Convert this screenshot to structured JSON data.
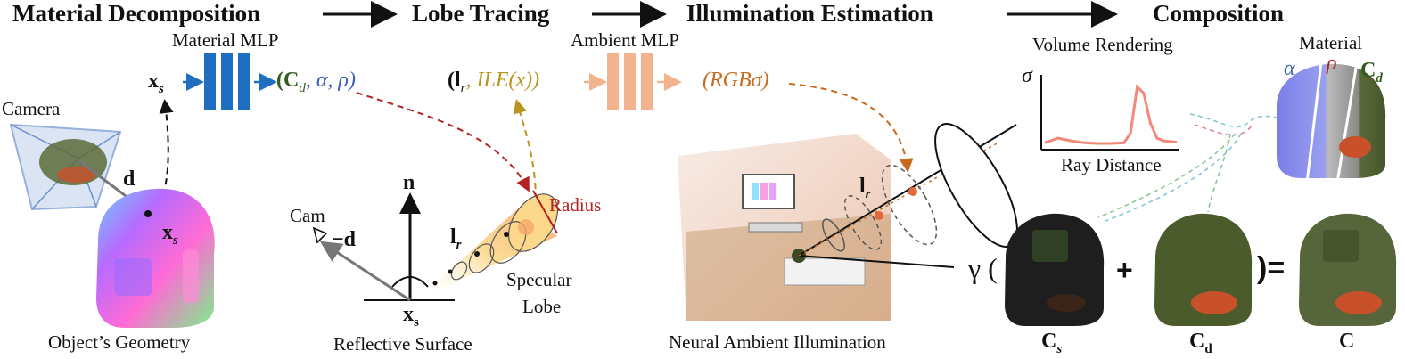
{
  "stages": {
    "s1": "Material Decomposition",
    "s2": "Lobe Tracing",
    "s3": "Illumination Estimation",
    "s4": "Composition"
  },
  "mlps": {
    "material": "Material MLP",
    "ambient": "Ambient MLP"
  },
  "labels": {
    "camera": "Camera",
    "d": "d",
    "xs_geom": "x",
    "xs_sub": "s",
    "geometry_caption": "Object’s Geometry",
    "mlp_input": "x",
    "mlp_input_sub": "s",
    "material_out": "(C",
    "material_out_sub": "d",
    "material_out_rest": ", α, ρ)",
    "lobe_out_open": "(l",
    "lobe_out_sub": "r",
    "lobe_out_ile": ", ILE(x))",
    "ambient_out": "(RGBσ)",
    "n": "n",
    "cam_small": "Cam",
    "minus_d": "−d",
    "lr_lobe": "l",
    "lr_sub": "r",
    "radius": "Radius",
    "specular_lobe_1": "Specular",
    "specular_lobe_2": "Lobe",
    "xs_surface": "x",
    "xs_surface_sub": "s",
    "surface_caption": "Reflective Surface",
    "lr_ambient": "l",
    "lr_ambient_sub": "r",
    "ambient_caption": "Neural Ambient Illumination",
    "volume_rendering": "Volume Rendering",
    "sigma": "σ",
    "ray_distance": "Ray Distance",
    "material_small": "Material",
    "alpha": "α",
    "rho": "ρ",
    "cd": "C",
    "cd_sub": "d",
    "gamma_open": "γ (",
    "plus": "+",
    "close_equals": ")=",
    "cs_caption": "C",
    "cs_caption_sub": "s",
    "cd_caption": "C",
    "cd_caption_sub": "d",
    "c_caption": "C"
  },
  "colors": {
    "mlp_blue": "#1f6fc1",
    "mlp_orange": "#f2b48c",
    "red_dash": "#b52020",
    "gold_dash": "#b8951c",
    "orange_dash": "#c66a1e",
    "cd_green": "#2f5d1f",
    "alpha_blue": "#3b5fb5",
    "rho_red": "#b52020",
    "volume_curve": "#f08a7a"
  },
  "chart_data": {
    "type": "line",
    "title": "Volume Rendering",
    "xlabel": "Ray Distance",
    "ylabel": "σ",
    "series": [
      {
        "x": [
          0,
          0.1,
          0.2,
          0.3,
          0.4,
          0.5,
          0.6,
          0.65,
          0.7,
          0.75,
          0.8,
          0.85,
          0.9,
          1.0
        ],
        "values": [
          0.05,
          0.12,
          0.08,
          0.05,
          0.04,
          0.04,
          0.05,
          0.2,
          0.9,
          0.8,
          0.35,
          0.12,
          0.08,
          0.06
        ]
      }
    ]
  }
}
